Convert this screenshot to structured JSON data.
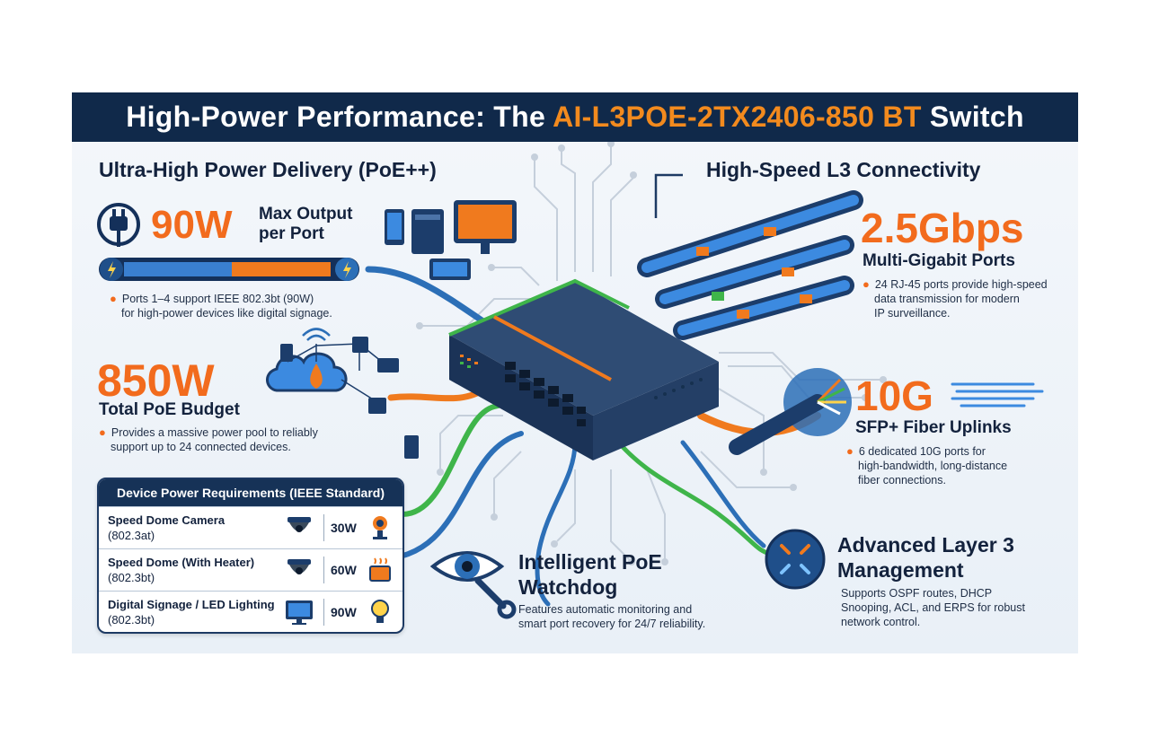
{
  "header": {
    "title_prefix": "High-Power Performance: The ",
    "title_model": "AI-L3POE-2TX2406-850 BT",
    "title_suffix": " Switch"
  },
  "colors": {
    "navy": "#10294a",
    "orange": "#f26b1d",
    "green": "#3fb54a",
    "blue": "#2c6fb7",
    "background": "#eef3f8"
  },
  "power": {
    "heading": "Ultra-High Power Delivery (PoE++)",
    "max_output": {
      "value": "90W",
      "label_line1": "Max Output",
      "label_line2": "per Port",
      "desc_line1": "Ports 1–4 support IEEE 802.3bt (90W)",
      "desc_line2": "for high-power devices like digital signage."
    },
    "budget": {
      "value": "850W",
      "label": "Total PoE Budget",
      "desc_line1": "Provides a massive power pool to reliably",
      "desc_line2": "support up to 24 connected devices."
    }
  },
  "requirements": {
    "title": "Device Power Requirements (IEEE Standard)",
    "rows": [
      {
        "name": "Speed Dome Camera",
        "standard": "(802.3at)",
        "watts": "30W",
        "icon": "dome-camera-icon",
        "icon2": "ip-camera-icon"
      },
      {
        "name": "Speed Dome (With Heater)",
        "standard": "(802.3bt)",
        "watts": "60W",
        "icon": "dome-camera-icon",
        "icon2": "heater-icon"
      },
      {
        "name": "Digital Signage / LED Lighting",
        "standard": "(802.3bt)",
        "watts": "90W",
        "icon": "monitor-icon",
        "icon2": "light-bulb-icon"
      }
    ]
  },
  "connectivity": {
    "heading": "High-Speed L3 Connectivity",
    "multigig": {
      "value": "2.5Gbps",
      "label": "Multi-Gigabit Ports",
      "desc_line1": "24 RJ-45 ports provide high-speed",
      "desc_line2": "data transmission for modern",
      "desc_line3": "IP surveillance."
    },
    "uplinks": {
      "value": "10G",
      "label": "SFP+ Fiber Uplinks",
      "desc_line1": "6 dedicated 10G ports for",
      "desc_line2": "high-bandwidth, long-distance",
      "desc_line3": "fiber connections."
    }
  },
  "watchdog": {
    "title_line1": "Intelligent PoE",
    "title_line2": "Watchdog",
    "desc_line1": "Features automatic monitoring and",
    "desc_line2": "smart port recovery for 24/7 reliability."
  },
  "management": {
    "title_line1": "Advanced Layer 3",
    "title_line2": "Management",
    "desc_line1": "Supports OSPF routes, DHCP",
    "desc_line2": "Snooping, ACL, and ERPS for robust",
    "desc_line3": "network control."
  }
}
